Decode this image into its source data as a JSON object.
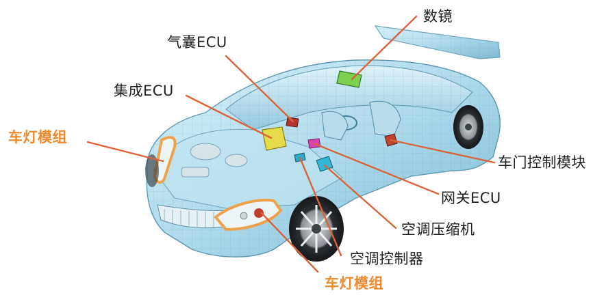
{
  "colors": {
    "callout_line": "#d9643a",
    "accent_label": "#f08a2c",
    "car_body": "#9fd3e6",
    "car_outline": "#4f8ea8",
    "headlamp_highlight": "#f0a24a"
  },
  "labels": {
    "digital_mirror": "数镜",
    "airbag_ecu": "气囊ECU",
    "integrated_ecu": "集成ECU",
    "headlamp_module_left": "车灯模组",
    "door_control_module": "车门控制模块",
    "gateway_ecu": "网关ECU",
    "ac_compressor": "空调压缩机",
    "ac_controller": "空调控制器",
    "headlamp_module_bottom": "车灯模组"
  }
}
